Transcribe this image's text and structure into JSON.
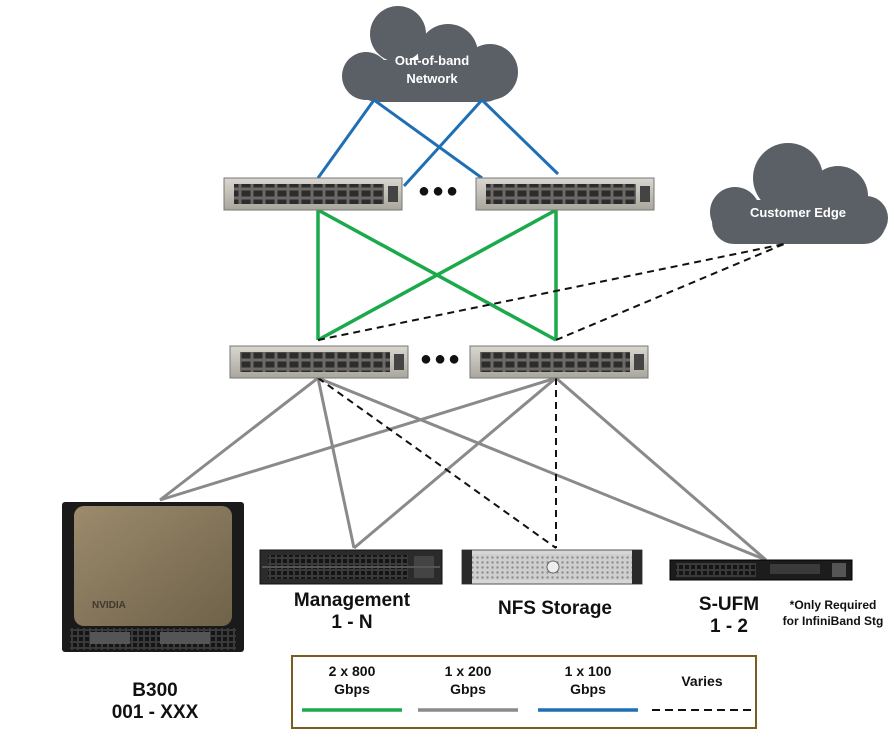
{
  "clouds": {
    "oob": {
      "line1": "Out-of-band",
      "line2": "Network"
    },
    "edge": {
      "label": "Customer Edge"
    }
  },
  "dots": "●●●",
  "nodes": {
    "b300": {
      "name": "B300",
      "range": "001 - XXX",
      "logo": "NVIDIA"
    },
    "management": {
      "name": "Management",
      "range": "1 - N"
    },
    "nfs": {
      "name": "NFS Storage"
    },
    "sufm": {
      "name": "S-UFM",
      "range": "1 - 2",
      "note_line1": "*Only Required",
      "note_line2": "for InfiniBand Stg"
    }
  },
  "legend": {
    "items": [
      {
        "line1": "2 x 800",
        "line2": "Gbps",
        "color": "#1aaa4b",
        "style": "solid"
      },
      {
        "line1": "1 x 200",
        "line2": "Gbps",
        "color": "#8a8a8a",
        "style": "solid"
      },
      {
        "line1": "1 x 100",
        "line2": "Gbps",
        "color": "#1f6fb5",
        "style": "solid"
      },
      {
        "line1": "Varies",
        "line2": "",
        "color": "#111111",
        "style": "dashed"
      }
    ],
    "border_color": "#7a5c1e"
  },
  "colors": {
    "green": "#1aaa4b",
    "gray": "#8a8a8a",
    "blue": "#1f6fb5",
    "cloud": "#5b5f66"
  }
}
